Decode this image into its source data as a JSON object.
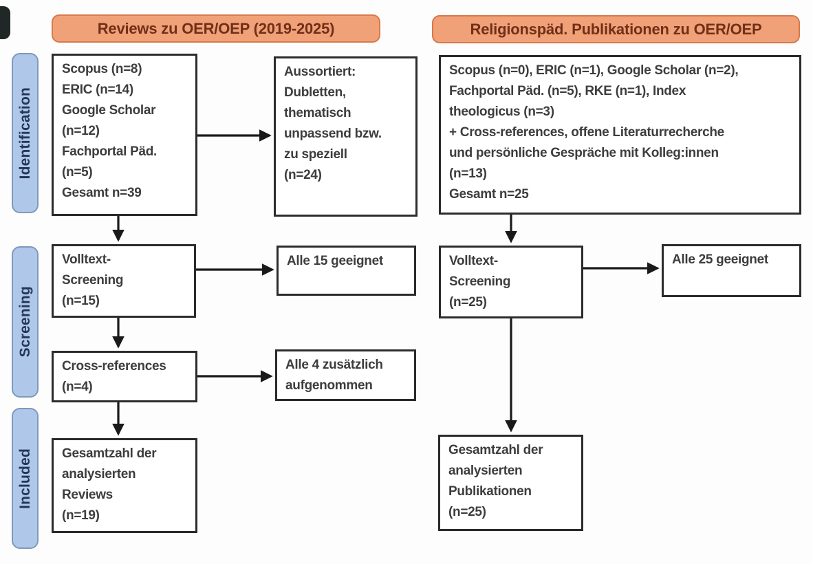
{
  "headers": {
    "left": "Reviews zu OER/OEP (2019-2025)",
    "right": "Religionspäd. Publikationen zu OER/OEP"
  },
  "stages": {
    "identification": "Identification",
    "screening": "Screening",
    "included": "Included"
  },
  "left_column": {
    "sources": "Scopus (n=8)\nERIC (n=14)\nGoogle Scholar\n(n=12)\nFachportal Päd.\n(n=5)\nGesamt n=39",
    "excluded": "Aussortiert:\nDubletten,\nthematisch\nunpassend bzw.\nzu speziell\n(n=24)",
    "fulltext_screening": "Volltext-\nScreening\n(n=15)",
    "fulltext_result": "Alle 15 geeignet",
    "cross_references": "Cross-references\n(n=4)",
    "cross_references_result": "Alle 4 zusätzlich\naufgenommen",
    "included_total": "Gesamtzahl der\nanalysierten\nReviews\n(n=19)"
  },
  "right_column": {
    "sources": "Scopus (n=0), ERIC (n=1), Google Scholar (n=2),\nFachportal Päd. (n=5), RKE (n=1), Index\ntheologicus (n=3)\n+ Cross-references, offene Literaturrecherche\nund persönliche Gespräche mit Kolleg:innen\n(n=13)\nGesamt n=25",
    "fulltext_screening": "Volltext-\nScreening\n(n=25)",
    "fulltext_result": "Alle 25 geeignet",
    "included_total": "Gesamtzahl der\nanalysierten\nPublikationen\n(n=25)"
  },
  "colors": {
    "header_fill": "#F0A178",
    "header_border": "#D8794A",
    "header_text": "#712F18",
    "stage_fill": "#AFC7E8",
    "stage_border": "#7F98BC",
    "stage_text": "#24365A",
    "box_background": "#FFFFFF",
    "box_border": "#2B2B2B",
    "box_text": "#3D3D3D",
    "arrow": "#1A1A1A"
  }
}
